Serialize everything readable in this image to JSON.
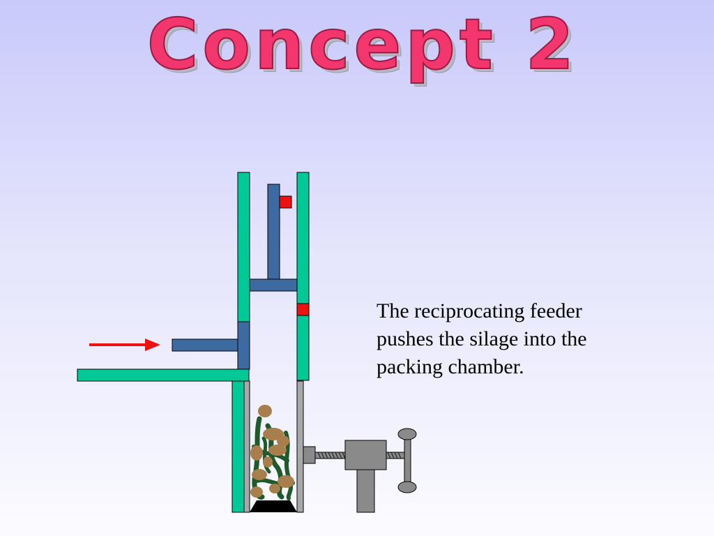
{
  "slide": {
    "title": "Concept 2",
    "caption_lines": [
      "The reciprocating feeder",
      "pushes the silage into the",
      "packing chamber."
    ]
  },
  "colors": {
    "chamber_wall": "#00c896",
    "feeder_ram": "#3e6aa2",
    "inner_liner": "#a8a8a8",
    "sensor": "#ee1111",
    "arrow": "#ee1111",
    "silage_leaf": "#1f5a2a",
    "silage_chunk": "#a87e4c",
    "press_gray": "#8a8a8a",
    "base_plate": "#000000"
  },
  "icons": {
    "push_direction": "arrow-right-icon",
    "crank_wheel": "crank-handle-icon"
  }
}
